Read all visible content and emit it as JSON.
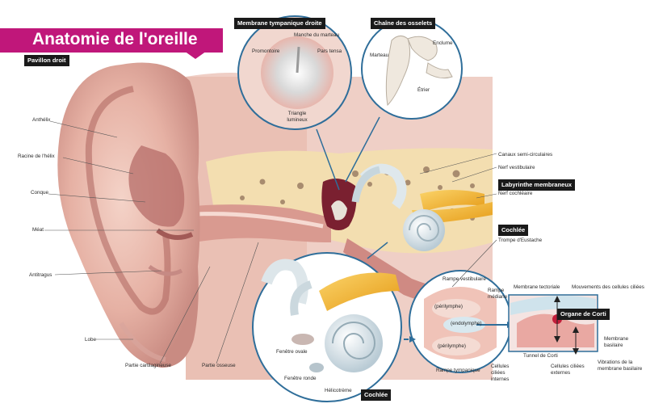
{
  "title": "Anatomie de l'oreille",
  "sections": {
    "pavillon": "Pavillon droit",
    "membrane": "Membrane tympanique droite",
    "chaine": "Chaîne des osselets",
    "labyrinthe": "Labyrinthe membraneux",
    "cochlee_right": "Cochlée",
    "cochlee_bottom": "Cochlée",
    "organe_corti": "Organe de Corti"
  },
  "labels": {
    "anthelix": "Anthélix",
    "racine_helix": "Racine de l'hélix",
    "conque": "Conque",
    "meat": "Méat",
    "antitragus": "Antitragus",
    "lobe": "Lobe",
    "partie_cartilagineuse": "Partie cartilagineuse",
    "partie_osseuse": "Partie osseuse",
    "manche_marteau": "Manche du marteau",
    "promontoire": "Promontoire",
    "pars_tensa": "Pars tensa",
    "triangle_lumineux": "Triangle lumineux",
    "enclume": "Enclume",
    "marteau": "Marteau",
    "etrier": "Étrier",
    "canaux_semi_circulaires": "Canaux semi-circulaires",
    "nerf_vestibulaire": "Nerf vestibulaire",
    "nerf_cochleaire": "Nerf cochléaire",
    "trompe_eustache": "Trompe d'Eustache",
    "fenetre_ovale": "Fenêtre ovale",
    "fenetre_ronde": "Fenêtre ronde",
    "helicotreme": "Hélicotrème",
    "rampe_vestibulaire": "Rampe vestibulaire",
    "rampe_mediane": "Rampe médiane",
    "perilymphe_1": "(périlymphe)",
    "endolymphe": "(endolymphe)",
    "perilymphe_2": "(périlymphe)",
    "rampe_tympanique": "Rampe tympanique",
    "membrane_tectoriale": "Membrane tectoriale",
    "mouvements_cils": "Mouvements des cellules ciliées",
    "membrane_basilaire": "Membrane basilaire",
    "tunnel_corti": "Tunnel de Corti",
    "cellules_internes": "Cellules ciliées internes",
    "cellules_externes": "Cellules ciliées externes",
    "vibrations": "Vibrations de la membrane basilaire"
  },
  "colors": {
    "banner": "#c0177a",
    "skin": "#e9b9ad",
    "skin_dark": "#b46c67",
    "bone": "#f6e6b8",
    "circle_stroke": "#2f6e9a",
    "cochlea": "#e6eef2",
    "nerve": "#f2b72e"
  }
}
